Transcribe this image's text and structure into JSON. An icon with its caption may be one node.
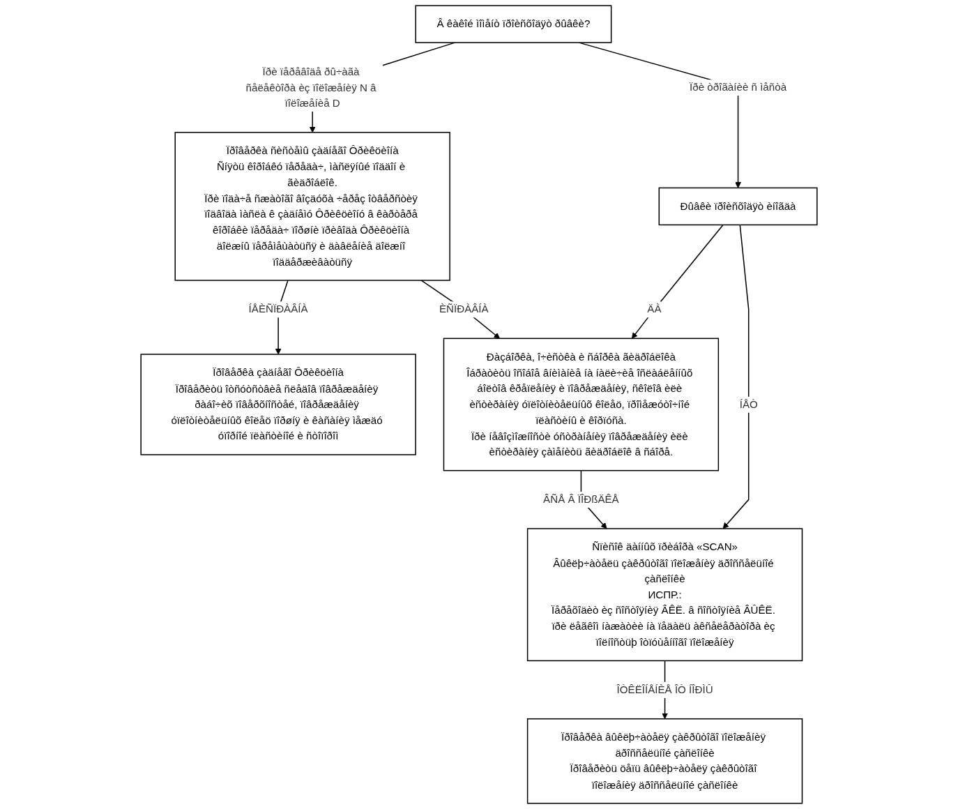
{
  "diagram": {
    "nodes": [
      {
        "text": [
          "Â êàêîé ìîìåíò ïðîèñõîäÿò ðûâêè?"
        ]
      },
      {
        "text": [
          "Ïðîâåðêà ñèñòåìû çàäíåãî Ôðèêöèîíà",
          "Ñíÿòü êîðîáêó ïåðåäà÷, ìàñëÿíûé ïîääîí è ãèäðîáëîê.",
          "Ïðè ïîäà÷å ñæàòîãî âîçäóõà ÷åðåç îòâåðñòèÿ ïîäâîäà ìàñëà ê çàäíåìó Ôðèêöèîíó â êàðòåðå êîðîáêè ïåðåäà÷ ïîðøíè ïðèâîäà Ôðèêöèîíà äîëæíû ïåðåìåùàòüñÿ è äàâëåíèå äîëæíî ïîääåðæèâàòüñÿ"
        ]
      },
      {
        "text": [
          "Ðûâêè ïðîèñõîäÿò èíîãäà"
        ]
      },
      {
        "text": [
          "Ïðîâåðêà çàäíåãî Ôðèêöèîíà",
          "Ïðîâåðèòü îòñóòñòâèå ñëåäîâ ïîâðåæäåíèÿ ðàáî÷èõ ïîâåðõíîñòåé, ïîâðåæäåíèÿ óïëîòíèòåëüíûõ êîëåö ïîðøíÿ è êàñàíèÿ ìåæäó óïîðíîé ïëàñòèíîé è ñòîïîðîì"
        ]
      },
      {
        "text": [
          "Ðàçáîðêà, î÷èñòêà è ñáîðêà ãèäðîáëîêà",
          "Îáðàòèòü îñîáîå âíèìàíèå íà íàëè÷èå îñëàáëåííûõ áîëòîâ êðåïëåíèÿ è ïîâðåæäåíèÿ, ñêîëîâ èëè èñòèðàíèÿ óïëîòíèòåëüíûõ êîëåö, ïðîìåæóòî÷íîé ïëàñòèíû è êîðïóñà.",
          "Ïðè íåâîçìîæíîñòè óñòðàíåíèÿ ïîâðåæäåíèÿ èëè èñòèðàíèÿ çàìåíèòü ãèäðîáëîê â ñáîðå."
        ]
      },
      {
        "text": [
          "Ñïèñîê äàííûõ ïðèáîðà «SCAN»",
          "Âûêëþ÷àòåëü çàêðûòîãî ïîëîæåíèÿ äðîññåëüíîé çàñëîíêè",
          "ИСПР.:",
          "Ïåðåõîäèò èç ñîñòîÿíèÿ ÂÊË. â ñîñòîÿíèå ÂÛÊË. ïðè ëåãêîì íàæàòèè íà ïåäàëü àêñåëåðàòîðà èç ïîëíîñòüþ îòïóùåííîãî ïîëîæåíèÿ"
        ]
      },
      {
        "text": [
          "Ïðîâåðêà âûêëþ÷àòåëÿ çàêðûòîãî ïîëîæåíèÿ äðîññåëüíîé çàñëîíêè",
          "Ïðîâåðèòü öåïü âûêëþ÷àòåëÿ çàêðûòîãî ïîëîæåíèÿ äðîññåëüíîé çàñëîíêè"
        ]
      }
    ],
    "edges": [
      {
        "from": 0,
        "to": 1,
        "arrow": "to",
        "label": "Ïðè ïåðåâîäå ðû÷àãà ñåëåêòîðà èç ïîëîæåíèÿ N â ïîëîæåíèå D"
      },
      {
        "from": 0,
        "to": 2,
        "arrow": "to",
        "label": "Ïðè òðîãàíèè ñ ìåñòà"
      },
      {
        "from": 1,
        "to": 3,
        "arrow": "to",
        "label": "ÍÅÈÑÏÐÀÂÍÀ"
      },
      {
        "from": 1,
        "to": 4,
        "arrow": "to",
        "label": "ÈÑÏÐÀÂÍÀ"
      },
      {
        "from": 2,
        "to": 4,
        "arrow": "to",
        "label": "ÄÀ"
      },
      {
        "from": 2,
        "to": 5,
        "arrow": "to",
        "label": "ÍÅÒ"
      },
      {
        "from": 4,
        "to": 5,
        "arrow": "to",
        "label": "ÂÑÅ Â ÏÎÐßÄÊÅ"
      },
      {
        "from": 5,
        "to": 6,
        "arrow": "to",
        "label": "ÎÒÊËÎÍÅÍÈÅ ÎÒ ÍÎÐÌÛ"
      }
    ]
  }
}
